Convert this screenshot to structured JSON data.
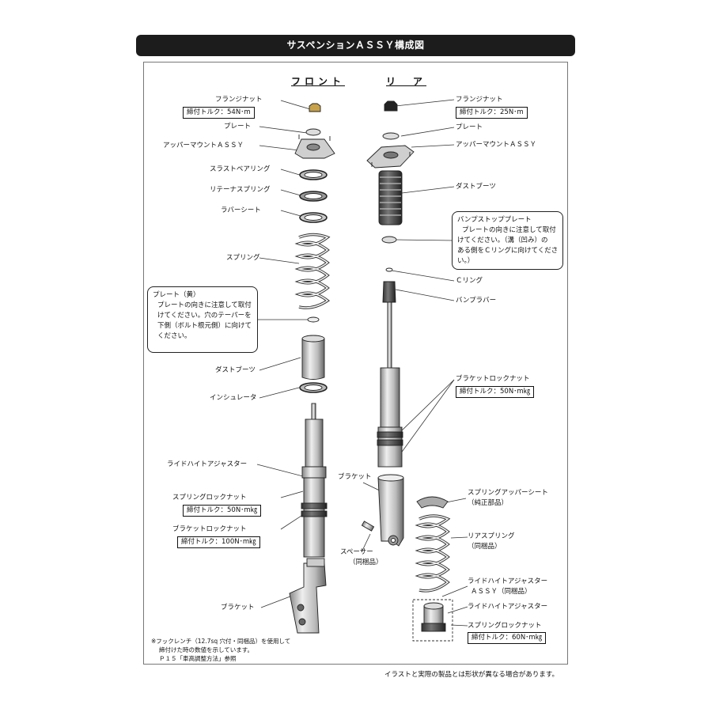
{
  "title": "サスペンションＡＳＳＹ構成図",
  "front": {
    "heading": "フロント",
    "labels": {
      "flange_nut": "フランジナット",
      "flange_torque": "締付トルク：54N･m",
      "plate": "プレート",
      "upper_mount": "アッパーマウントＡＳＳＹ",
      "thrust_bearing": "スラストベアリング",
      "retainer_spring": "リテーナスプリング",
      "rubber_seat": "ラバーシート",
      "spring": "スプリング",
      "dust_boot": "ダストブーツ",
      "insulator": "インシュレータ",
      "ride_height_adjuster": "ライドハイトアジャスター",
      "spring_lock_nut": "スプリングロックナット",
      "spring_lock_torque": "締付トルク：50N･m㎏",
      "bracket_lock_nut": "ブラケットロックナット",
      "bracket_lock_torque": "締付トルク：100N･m㎏",
      "bracket": "ブラケット"
    },
    "plate_note": {
      "title": "プレート（黄）",
      "lines": [
        "プレートの向きに注意して取付",
        "けてください。穴のテーパーを",
        "下側（ボルト根元側）に向けて",
        "ください。"
      ]
    }
  },
  "rear": {
    "heading": "リ　ア",
    "labels": {
      "flange_nut": "フランジナット",
      "flange_torque": "締付トルク：25N･m",
      "plate": "プレート",
      "upper_mount": "アッパーマウントＡＳＳＹ",
      "dust_boot": "ダストブーツ",
      "c_ring": "Ｃリング",
      "bump_rubber": "バンプラバー",
      "bracket_lock_nut": "ブラケットロックナット",
      "bracket_lock_torque": "締付トルク：50N･m㎏",
      "bracket": "ブラケット",
      "spacer": "スペーサー",
      "spacer_sub": "（同梱品）",
      "spring_upper_seat": "スプリングアッパーシート",
      "spring_upper_seat_sub": "（純正部品）",
      "rear_spring": "リアスプリング",
      "rear_spring_sub": "（同梱品）",
      "adjuster_assy": "ライドハイトアジャスター",
      "adjuster_assy_sub": "ＡＳＳＹ（同梱品）",
      "ride_height_adjuster": "ライドハイトアジャスター",
      "spring_lock_nut": "スプリングロックナット",
      "spring_lock_torque": "締付トルク：60N･m㎏"
    },
    "bump_note": {
      "title": "バンプストッププレート",
      "lines": [
        "プレートの向きに注意して取付",
        "けてください。（溝（凹み）の",
        "ある側をＣリングに向けてくださ",
        "い。）"
      ]
    }
  },
  "footnote": {
    "lines": [
      "※フックレンチ（12.7sq 穴付・同梱品）を使用して",
      "締付けた時の数値を示しています。",
      "Ｐ１５「車高調整方法」参照"
    ]
  },
  "disclaimer": "イラストと実際の製品とは形状が異なる場合があります。"
}
